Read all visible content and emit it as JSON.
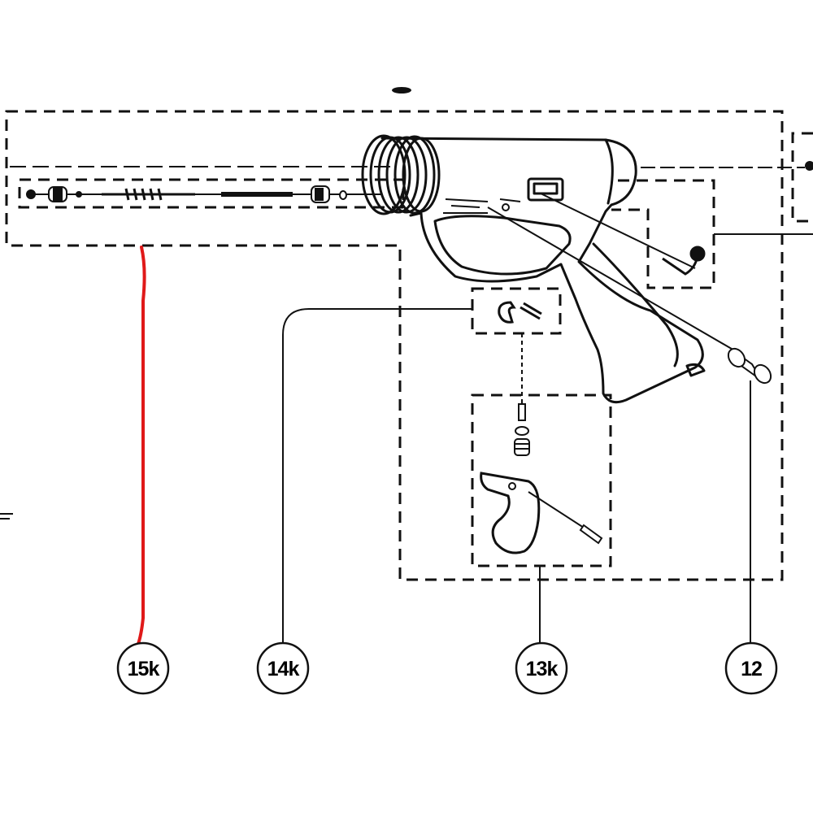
{
  "diagram": {
    "callouts": [
      {
        "id": "15k",
        "label": "15k",
        "highlighted": true
      },
      {
        "id": "14k",
        "label": "14k",
        "highlighted": false
      },
      {
        "id": "13k",
        "label": "13k",
        "highlighted": false
      },
      {
        "id": "12",
        "label": "12",
        "highlighted": false
      }
    ],
    "colors": {
      "line": "#111111",
      "highlight": "#e01919",
      "background": "#ffffff"
    }
  }
}
